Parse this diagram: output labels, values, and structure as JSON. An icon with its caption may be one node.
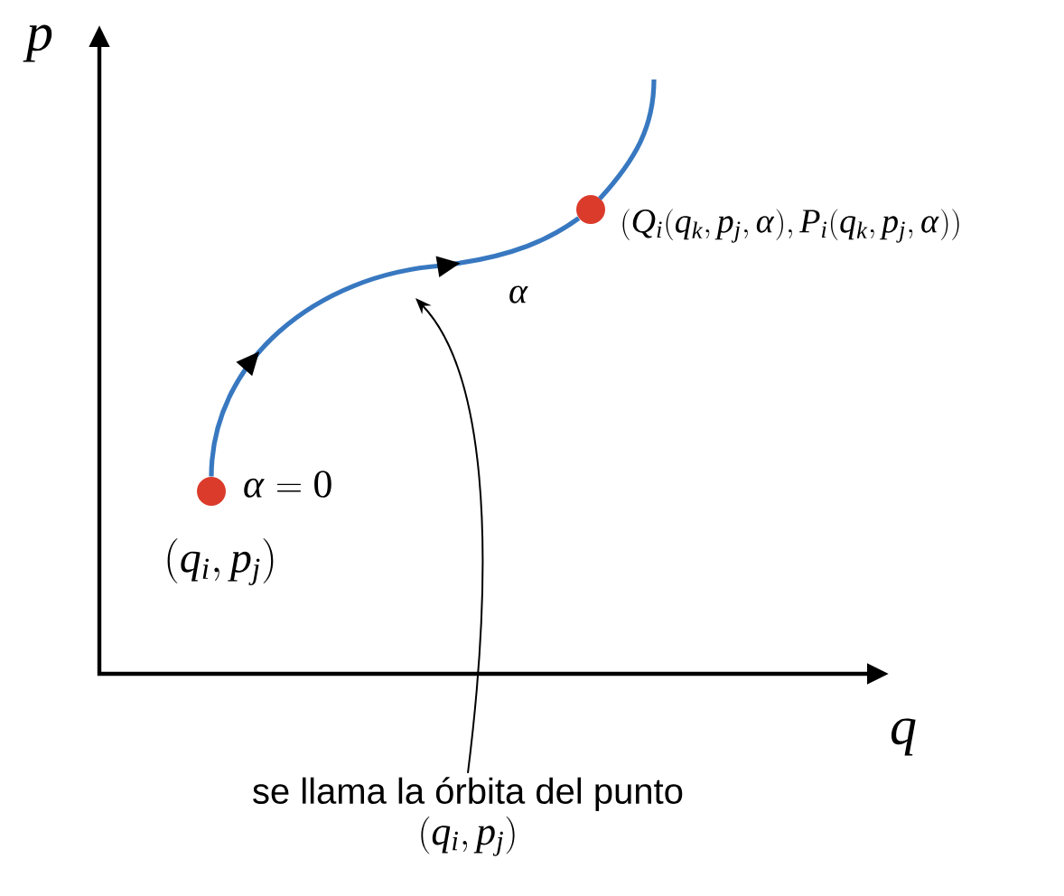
{
  "diagram": {
    "nodes": [
      {
        "text": [],
        "shape": "circle",
        "beside": [
          "\\alpha = 0",
          "(q_i, p_j)"
        ]
      },
      {
        "text": [],
        "shape": "circle",
        "beside": [
          "(Q_i(q_k, p_j, \\alpha), P_i(q_k, p_j, \\alpha))"
        ]
      },
      {
        "text": [
          "se llama la órbita del punto",
          "(q_i, p_j)"
        ]
      }
    ],
    "edges": [
      {
        "from": 0,
        "to": 1,
        "arrow": "to",
        "label": "\\alpha",
        "style": "thick",
        "color": "#3878c0"
      },
      {
        "from": 2,
        "to": null,
        "arrow": "to",
        "color": "#000000"
      }
    ],
    "labels": [
      "p",
      "q"
    ]
  }
}
